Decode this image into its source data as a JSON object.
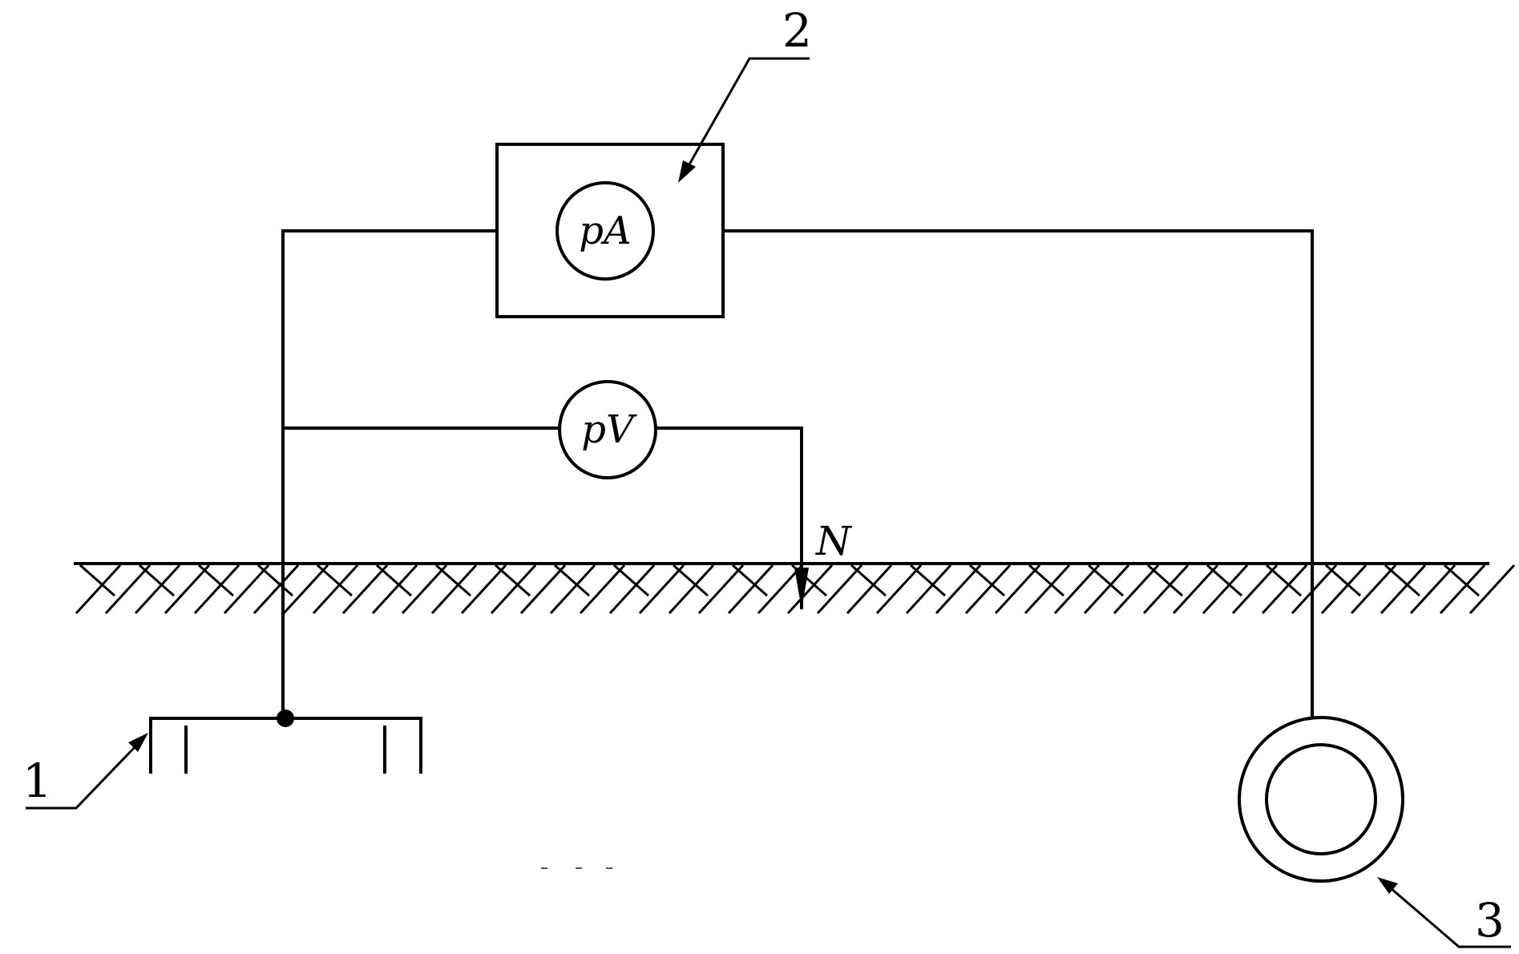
{
  "diagram": {
    "labels": {
      "ref_1": "1",
      "ref_2": "2",
      "ref_3": "3",
      "node_n": "N"
    },
    "meters": {
      "ammeter": "pA",
      "voltmeter": "pV"
    },
    "colors": {
      "line": "#000000",
      "background": "#ffffff"
    }
  }
}
